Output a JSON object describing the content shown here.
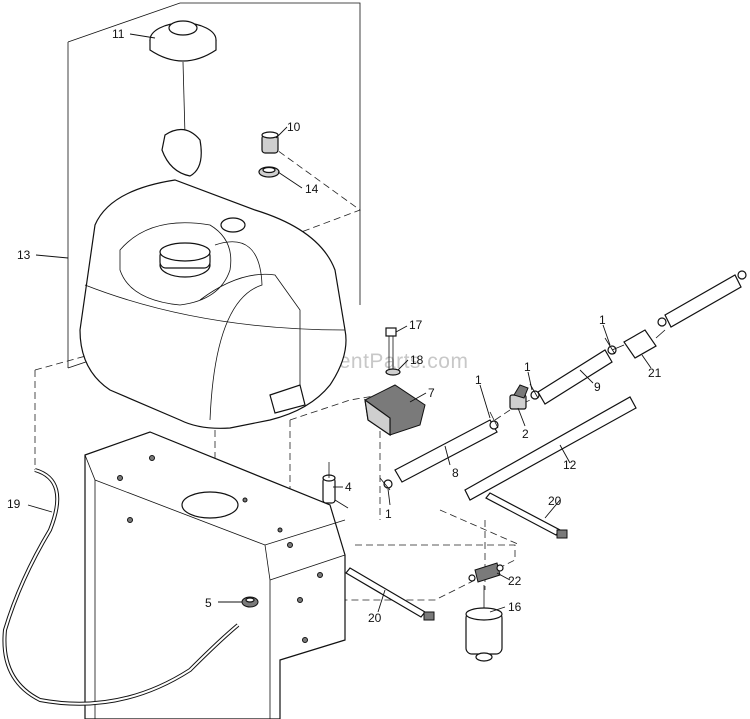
{
  "watermark": "eReplacementParts.com",
  "callouts": {
    "c1a": "1",
    "c1b": "1",
    "c1c": "1",
    "c1d": "1",
    "c2": "2",
    "c4": "4",
    "c5": "5",
    "c7": "7",
    "c8": "8",
    "c9": "9",
    "c10": "10",
    "c11": "11",
    "c12": "12",
    "c13": "13",
    "c14": "14",
    "c16": "16",
    "c17": "17",
    "c18": "18",
    "c19": "19",
    "c20a": "20",
    "c20b": "20",
    "c21": "21",
    "c22": "22"
  }
}
